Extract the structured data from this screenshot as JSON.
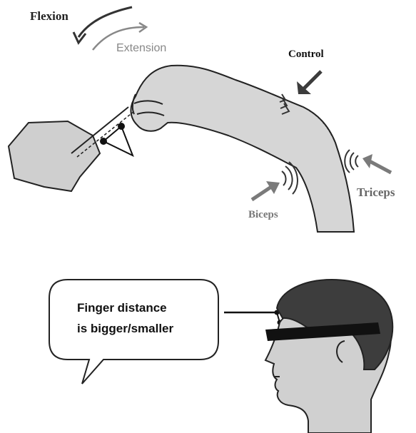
{
  "labels": {
    "flexion": "Flexion",
    "extension": "Extension",
    "control": "Control",
    "biceps": "Biceps",
    "triceps": "Triceps"
  },
  "bubble": {
    "line1": "Finger distance",
    "line2": "is bigger/smaller"
  },
  "colors": {
    "arm_fill": "#d6d6d6",
    "outline": "#222222",
    "arrow_dark": "#3c3c3c",
    "arrow_gray": "#7a7a7a",
    "hair": "#3d3d3d",
    "face": "#d0d0d0",
    "glasses": "#111111"
  }
}
